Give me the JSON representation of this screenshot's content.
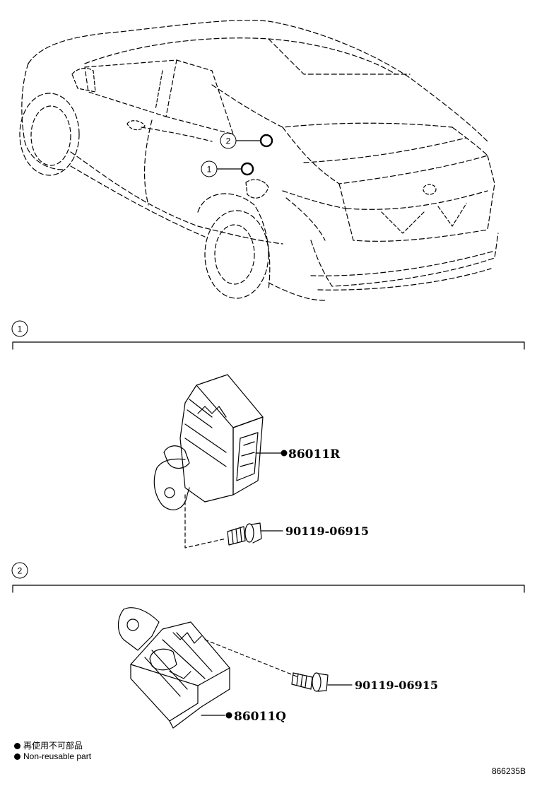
{
  "callouts": {
    "c1": "1",
    "c2": "2"
  },
  "section1": {
    "index": "1",
    "module_part": "86011R",
    "bolt_part": "90119-06915"
  },
  "section2": {
    "index": "2",
    "module_part": "86011Q",
    "bolt_part": "90119-06915"
  },
  "legend": {
    "line_jp": "再使用不可部品",
    "line_en": "Non-reusable part"
  },
  "diagram_id": "866235B"
}
